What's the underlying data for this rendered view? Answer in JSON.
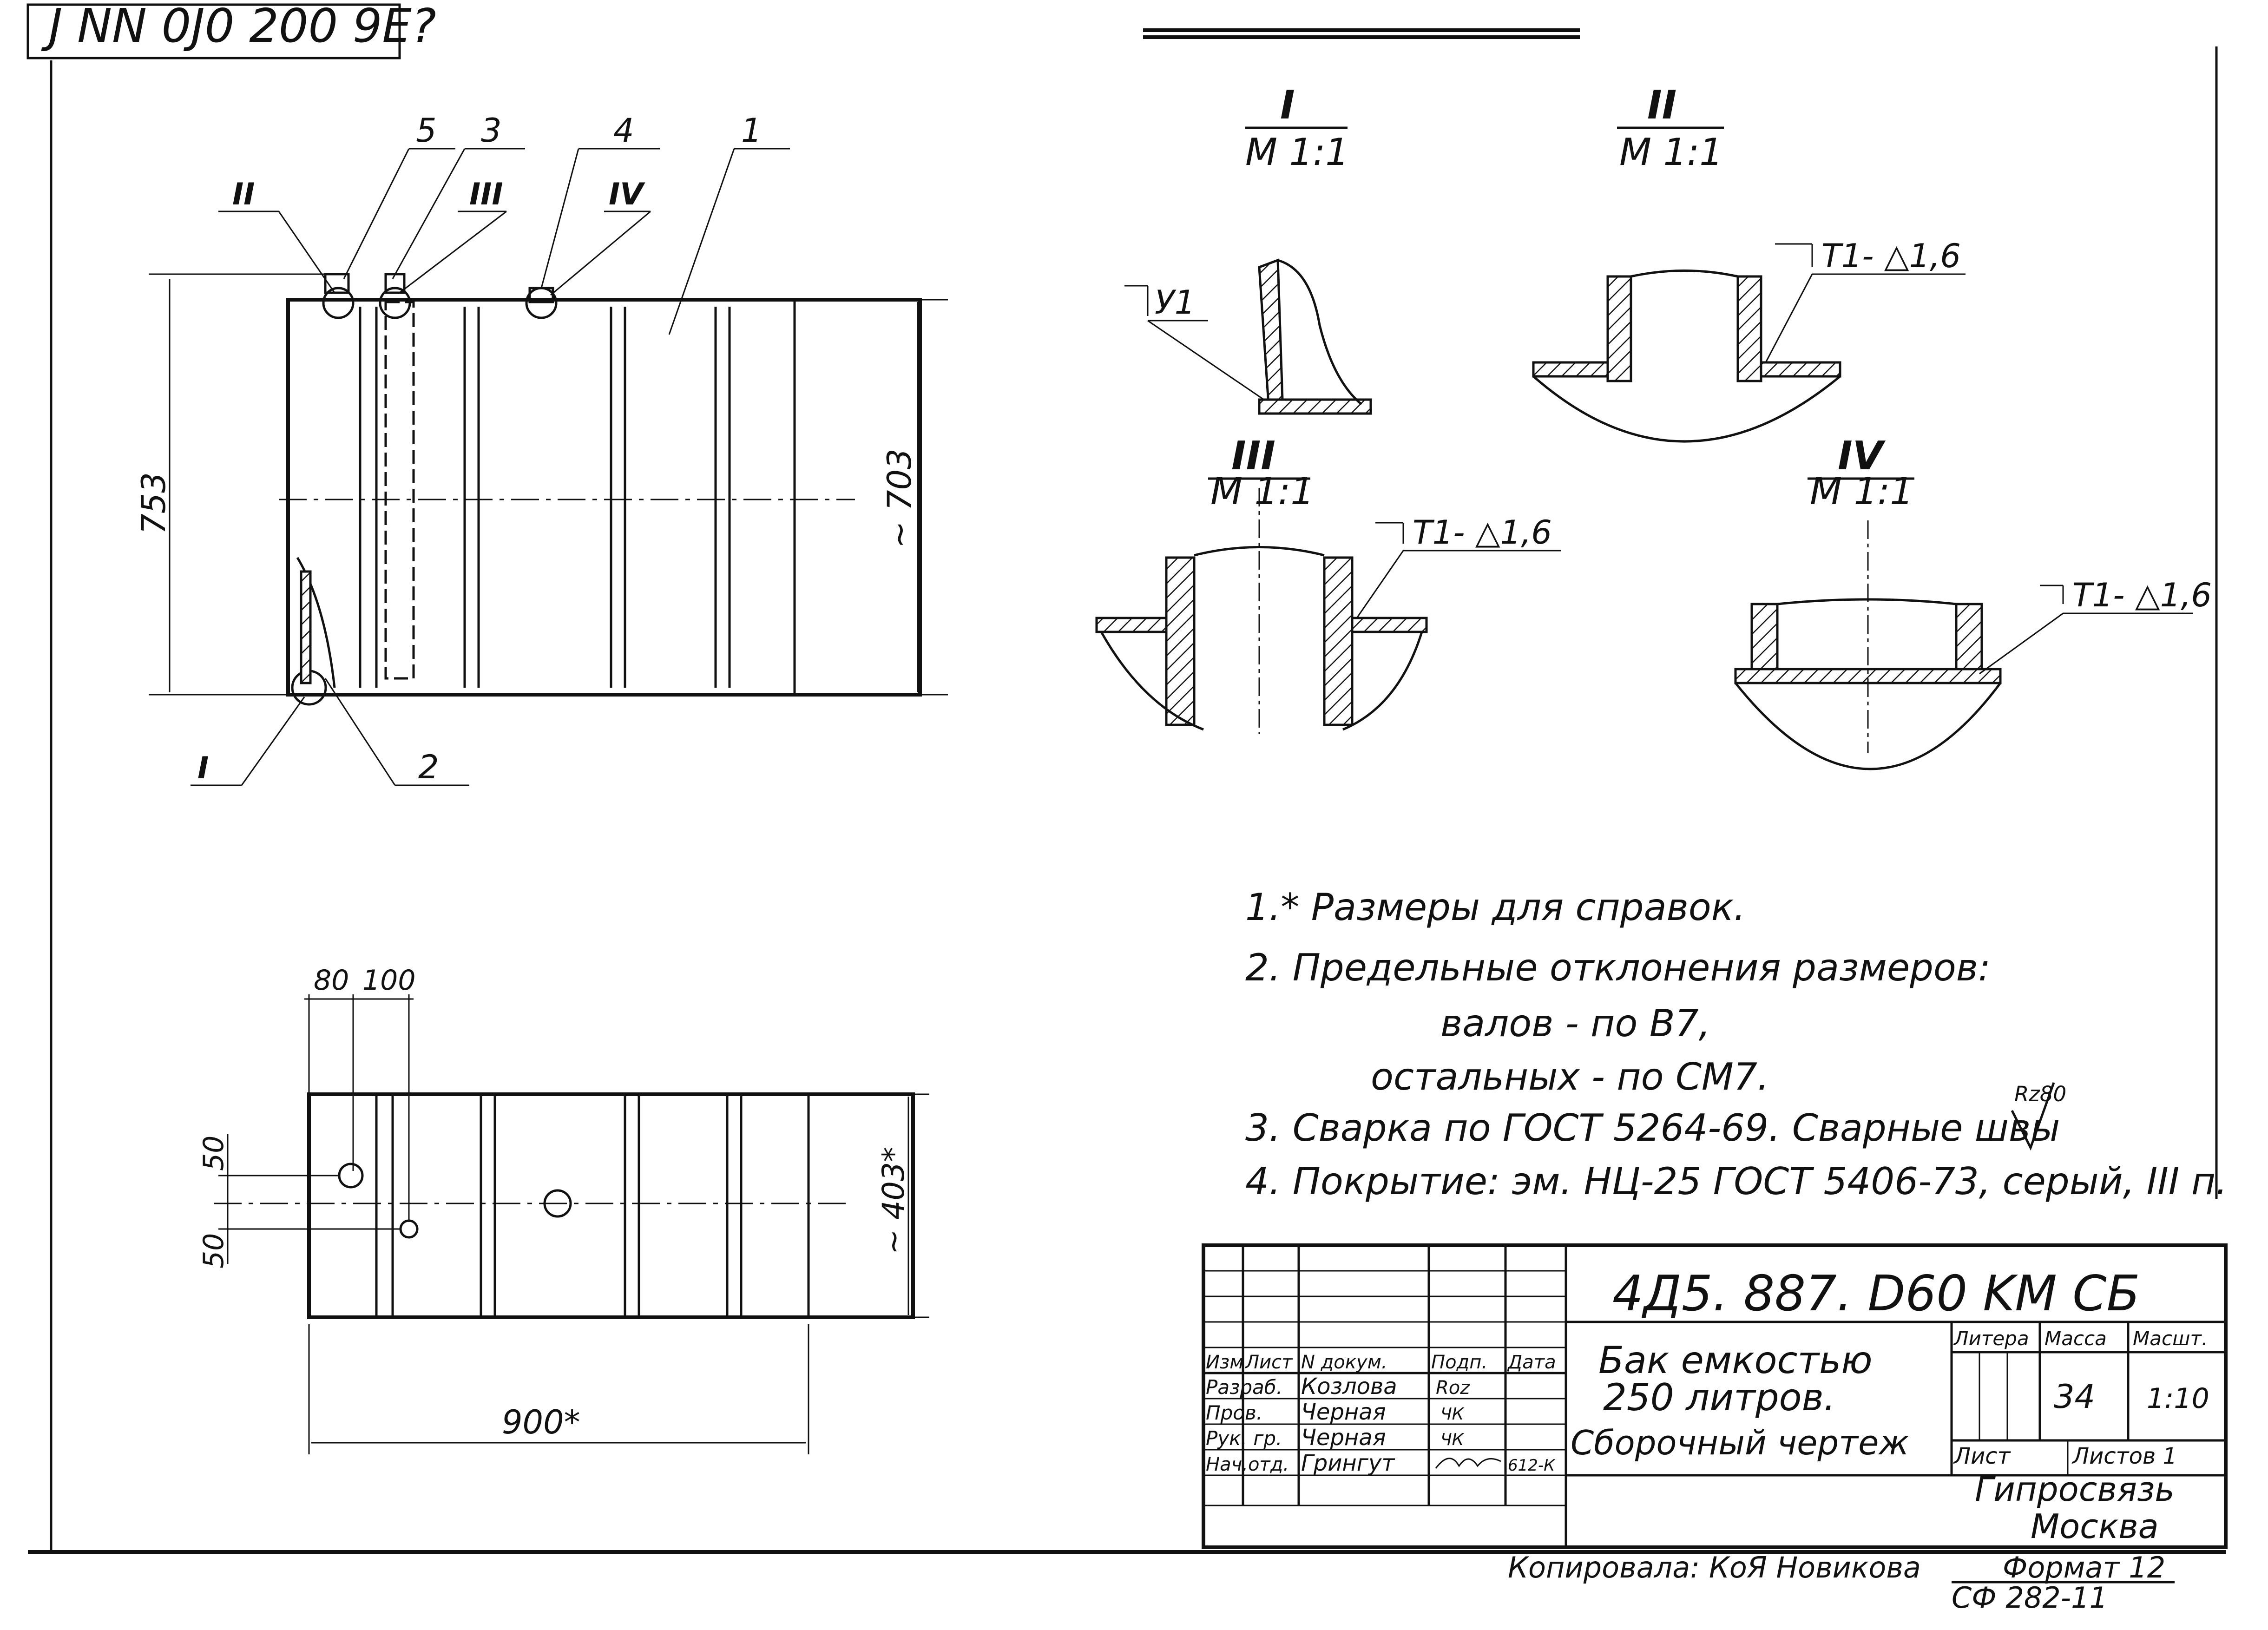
{
  "stamp_top": "J NN 0J0 200 9E?",
  "main_view": {
    "callouts": [
      "5",
      "3",
      "4",
      "1",
      "2"
    ],
    "detail_refs": [
      "II",
      "III",
      "IV",
      "I"
    ],
    "dims": {
      "height": "753",
      "inner": "~ 703"
    }
  },
  "details": [
    {
      "roman": "I",
      "scale": "M 1:1",
      "weld": "У1"
    },
    {
      "roman": "II",
      "scale": "M 1:1",
      "weld": "T1- △1,6"
    },
    {
      "roman": "III",
      "scale": "M 1:1",
      "weld": "T1- △1,6"
    },
    {
      "roman": "IV",
      "scale": "M 1:1",
      "weld": "T1- △1,6"
    }
  ],
  "plan_view": {
    "dims": {
      "d80": "80",
      "d100": "100",
      "d50a": "50",
      "d50b": "50",
      "width": "~ 403*",
      "length": "900*"
    }
  },
  "notes": [
    "1.* Размеры для справок.",
    "2. Предельные отклонения размеров:",
    "валов - по B7,",
    "остальных - по CM7.",
    "3. Сварка по ГОСТ 5264-69. Сварные швы",
    "4. Покрытие: эм. НЦ-25 ГОСТ 5406-73, серый, III п."
  ],
  "roughness": "Rz80",
  "title_block": {
    "doc_number": "4Д5. 887. D60 KM СБ",
    "title_lines": [
      "Бак емкостью",
      "250 литров.",
      "Сборочный чертеж"
    ],
    "headers": {
      "izm": "Изм",
      "list": "Лист",
      "ndoc": "N докум.",
      "podp": "Подп.",
      "data": "Дата"
    },
    "rows": [
      {
        "role": "Разраб.",
        "name": "Козлова",
        "sign": "Roz"
      },
      {
        "role": "Пров.",
        "name": "Черная",
        "sign": "ЧК"
      },
      {
        "role": "Рук. гр.",
        "name": "Черная",
        "sign": "ЧК"
      },
      {
        "role": "Нач.отд.",
        "name": "Грингут",
        "sign": "подпись",
        "date": "612-К"
      }
    ],
    "litera_label": "Литера",
    "massa_label": "Масса",
    "masshtab_label": "Масшт.",
    "massa": "34",
    "masshtab": "1:10",
    "list_label": "Лист",
    "listov_label": "Листов 1",
    "org": "Гипросвязь",
    "city": "Москва"
  },
  "footer": {
    "copied": "Копировала: КоЯ Новикова",
    "format": "Формат 12",
    "code": "СФ 282-11"
  }
}
